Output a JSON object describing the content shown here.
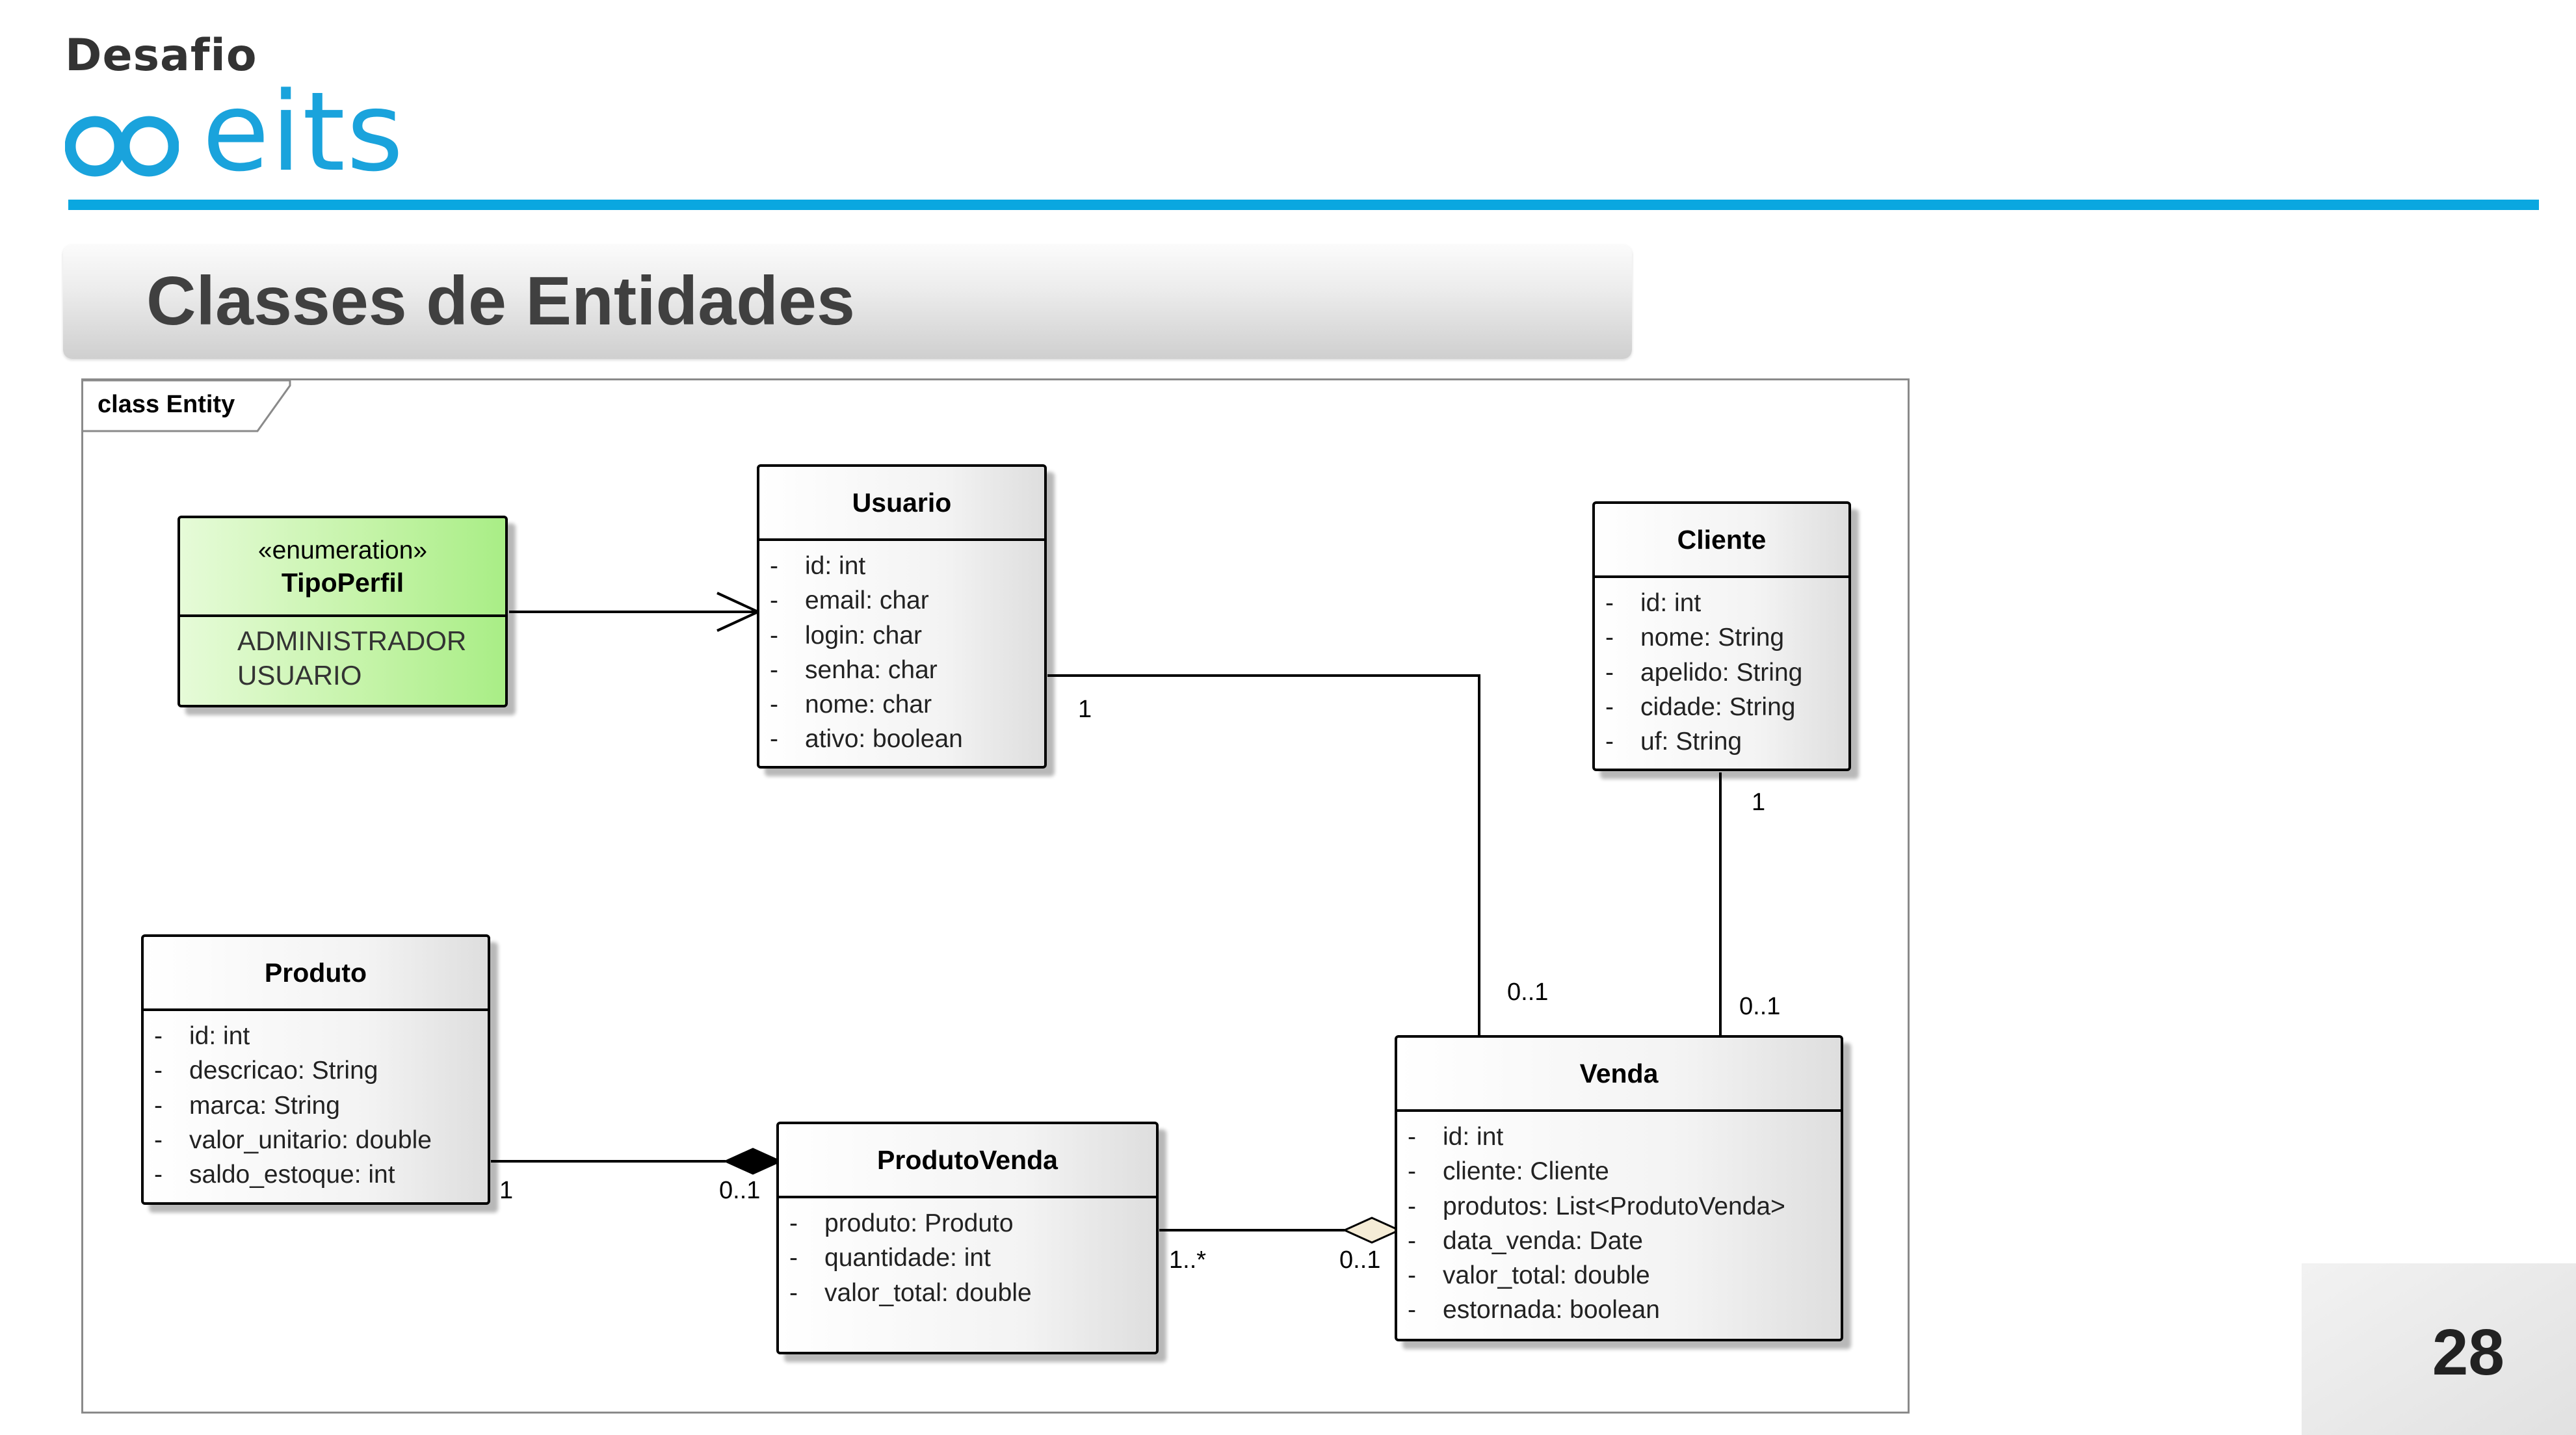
{
  "brand": {
    "top": "Desafio",
    "word": "eits",
    "accent": "#0aa7e0"
  },
  "title": "Classes de Entidades",
  "frame_label": "class Entity",
  "classes": {
    "tipoperfil": {
      "stereotype": "«enumeration»",
      "name": "TipoPerfil",
      "literals": [
        "ADMINISTRADOR",
        "USUARIO"
      ],
      "color": "#b4f08f"
    },
    "usuario": {
      "name": "Usuario",
      "attrs": [
        {
          "vis": "-",
          "text": "id: int"
        },
        {
          "vis": "-",
          "text": "email: char"
        },
        {
          "vis": "-",
          "text": "login: char"
        },
        {
          "vis": "-",
          "text": "senha: char"
        },
        {
          "vis": "-",
          "text": "nome: char"
        },
        {
          "vis": "-",
          "text": "ativo: boolean"
        }
      ]
    },
    "cliente": {
      "name": "Cliente",
      "attrs": [
        {
          "vis": "-",
          "text": "id: int"
        },
        {
          "vis": "-",
          "text": "nome: String"
        },
        {
          "vis": "-",
          "text": "apelido: String"
        },
        {
          "vis": "-",
          "text": "cidade: String"
        },
        {
          "vis": "-",
          "text": "uf: String"
        }
      ]
    },
    "produto": {
      "name": "Produto",
      "attrs": [
        {
          "vis": "-",
          "text": "id: int"
        },
        {
          "vis": "-",
          "text": "descricao: String"
        },
        {
          "vis": "-",
          "text": "marca: String"
        },
        {
          "vis": "-",
          "text": "valor_unitario: double"
        },
        {
          "vis": "-",
          "text": "saldo_estoque: int"
        }
      ]
    },
    "produtovenda": {
      "name": "ProdutoVenda",
      "attrs": [
        {
          "vis": "-",
          "text": "produto: Produto"
        },
        {
          "vis": "-",
          "text": "quantidade: int"
        },
        {
          "vis": "-",
          "text": "valor_total: double"
        }
      ]
    },
    "venda": {
      "name": "Venda",
      "attrs": [
        {
          "vis": "-",
          "text": "id: int"
        },
        {
          "vis": "-",
          "text": "cliente: Cliente"
        },
        {
          "vis": "-",
          "text": "produtos: List<ProdutoVenda>"
        },
        {
          "vis": "-",
          "text": "data_venda: Date"
        },
        {
          "vis": "-",
          "text": "valor_total: double"
        },
        {
          "vis": "-",
          "text": "estornada: boolean"
        }
      ]
    }
  },
  "multiplicities": {
    "usuario_venda_src": "1",
    "usuario_venda_dst": "0..1",
    "cliente_venda_src": "1",
    "cliente_venda_dst": "0..1",
    "produto_pv_src": "1",
    "produto_pv_dst": "0..1",
    "pv_venda_src": "1..*",
    "pv_venda_dst": "0..1"
  },
  "page_number": "28"
}
